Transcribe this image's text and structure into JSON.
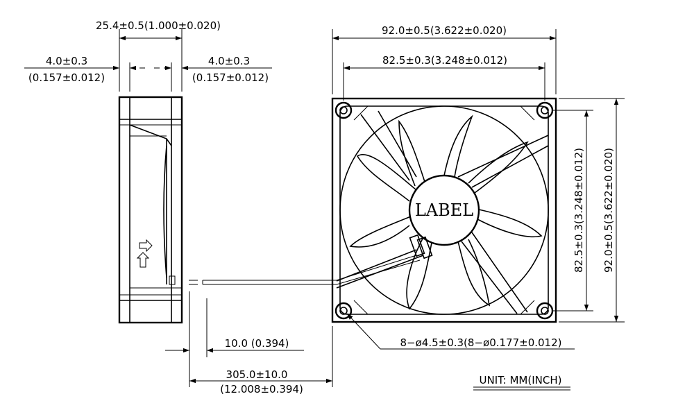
{
  "dimensions": {
    "side_width": "25.4±0.5(1.000±0.020)",
    "side_left_rim_mm": "4.0±0.3",
    "side_left_rim_in": "(0.157±0.012)",
    "side_right_rim_mm": "4.0±0.3",
    "side_right_rim_in": "(0.157±0.012)",
    "front_width_outer": "92.0±0.5(3.622±0.020)",
    "front_width_hole": "82.5±0.3(3.248±0.012)",
    "front_height_hole": "82.5±0.3(3.248±0.012)",
    "front_height_outer": "92.0±0.5(3.622±0.020)",
    "mount_holes": "8−ø4.5±0.3(8−ø0.177±0.012)",
    "wire_strip": "10.0  (0.394)",
    "wire_length_mm": "305.0±10.0",
    "wire_length_in": "(12.008±0.394)"
  },
  "hub_label": "LABEL",
  "unit_note": "UNIT:  MM(INCH)"
}
